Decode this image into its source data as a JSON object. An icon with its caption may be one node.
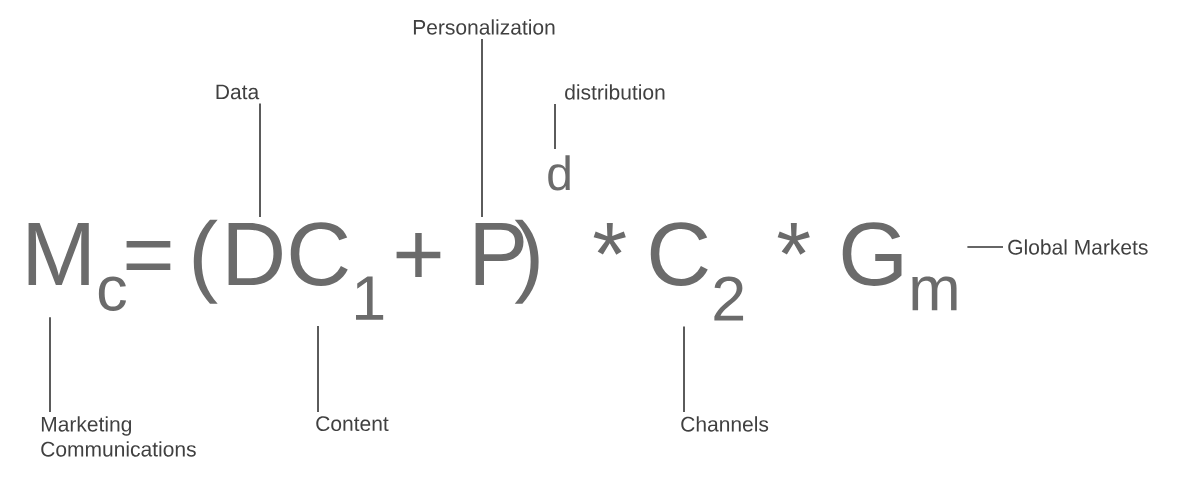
{
  "diagram": {
    "nodes": [
      {
        "text": [
          "M$_{c}$"
        ]
      },
      {
        "text": [
          "D"
        ]
      },
      {
        "text": [
          "C$_{1}$"
        ]
      },
      {
        "text": [
          "P"
        ]
      },
      {
        "text": [
          "d"
        ]
      },
      {
        "text": [
          "C$_{2}$"
        ]
      },
      {
        "text": [
          "G$_{m}$"
        ]
      },
      {
        "text": [
          "Personalization"
        ]
      },
      {
        "text": [
          "Data"
        ]
      },
      {
        "text": [
          "distribution"
        ]
      },
      {
        "text": [
          "Global Markets"
        ]
      },
      {
        "text": [
          "Marketing Communications"
        ]
      },
      {
        "text": [
          "Content"
        ]
      },
      {
        "text": [
          "Channels"
        ]
      }
    ],
    "edges": [
      {
        "from": 7,
        "to": 3,
        "arrow": "none"
      },
      {
        "from": 8,
        "to": 1,
        "arrow": "none"
      },
      {
        "from": 9,
        "to": 4,
        "arrow": "none"
      },
      {
        "from": 10,
        "to": 6,
        "arrow": "none"
      },
      {
        "from": 11,
        "to": 0,
        "arrow": "none"
      },
      {
        "from": 12,
        "to": 2,
        "arrow": "none"
      },
      {
        "from": 13,
        "to": 5,
        "arrow": "none"
      }
    ],
    "labels": [
      "=",
      "(",
      "+",
      ")",
      "*",
      "*"
    ]
  }
}
